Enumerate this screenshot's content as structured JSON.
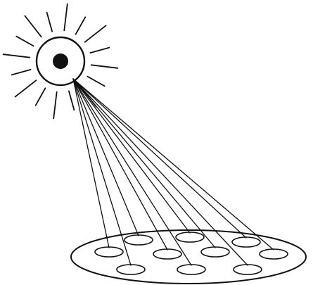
{
  "diagram": {
    "elements": [
      {
        "kind": "sun",
        "icon": "sun-icon",
        "ray_count": 16
      },
      {
        "kind": "eye-pupil",
        "icon": "pupil-dot"
      },
      {
        "kind": "beams",
        "count": 10
      },
      {
        "kind": "platform",
        "icon": "ellipse-plate"
      },
      {
        "kind": "targets",
        "count": 10,
        "icon": "small-ellipse"
      }
    ],
    "colors": {
      "ink": "#111111",
      "background": "#ffffff"
    }
  }
}
